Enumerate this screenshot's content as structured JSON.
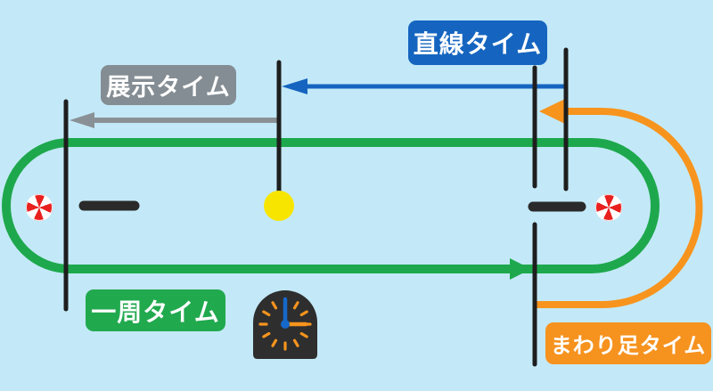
{
  "diagram": {
    "name": "boatrace-timing-diagram",
    "labels": {
      "straight_time": "直線タイム",
      "exhibition_time": "展示タイム",
      "lap_time": "一周タイム",
      "turn_time": "まわり足タイム"
    },
    "colors": {
      "background": "#C3E9F8",
      "track_green": "#1EA84D",
      "straight_blue": "#1565C0",
      "exhibition_gray": "#8A9196",
      "turn_orange": "#F7941E",
      "buoy_yellow": "#F7E500",
      "buoy_red": "#E8211F",
      "marker_line_black": "#1E1E1E",
      "boat_black": "#2A2A2A",
      "clock_body": "#2E2E2E",
      "clock_tick_orange": "#F7941D",
      "clock_hand_blue": "#1668C9",
      "label_text": "#FFFFFF"
    },
    "icons": {
      "clock": "clock-icon",
      "left_turn_buoy": "pinwheel-buoy-icon",
      "right_turn_buoy": "pinwheel-buoy-icon",
      "center_buoy": "yellow-buoy-icon",
      "left_boat": "boat-bar-icon",
      "right_boat": "boat-bar-icon"
    }
  }
}
